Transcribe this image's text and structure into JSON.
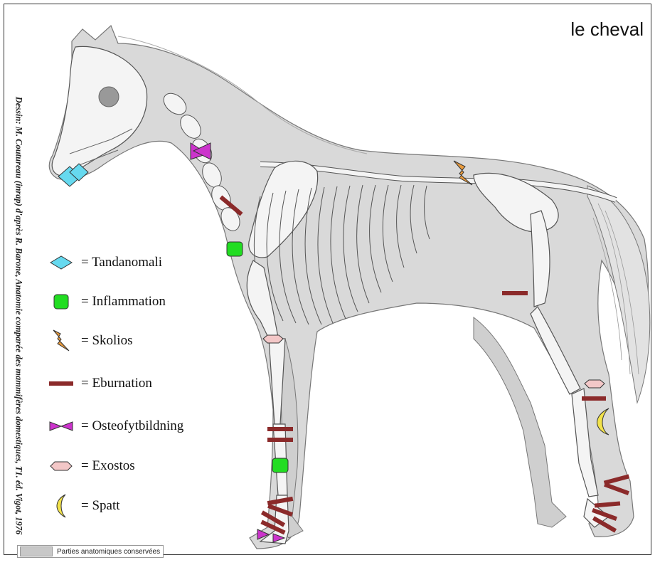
{
  "title": "le cheval",
  "credit": "Dessin: M. Coutureau (inrap) d'après R. Barone, Anatomie comparée des mammifères domestiques, T1. éd. Vigot, 1976",
  "legend": [
    {
      "icon": "diamond-cyan",
      "label": "= Tandanomali"
    },
    {
      "icon": "square-green",
      "label": "= Inflammation"
    },
    {
      "icon": "lightning-orange",
      "label": "= Skolios"
    },
    {
      "icon": "bar-red",
      "label": "=  Eburnation"
    },
    {
      "icon": "bowtie-magenta",
      "label": "= Osteofytbildning"
    },
    {
      "icon": "hexagon-pink",
      "label": "= Exostos"
    },
    {
      "icon": "crescent-yellow",
      "label": "= Spatt"
    }
  ],
  "footer_legend": "Parties anatomiques conservées",
  "colors": {
    "body": "#d9d9d9",
    "bone": "#f4f4f4",
    "outline": "#555555",
    "diamond": "#66d9ef",
    "inflammation": "#22dd22",
    "skolios": "#e89a3c",
    "eburnation": "#8b2a2a",
    "osteofyt": "#cc33cc",
    "exostos": "#f3c7c7",
    "spatt": "#f2e24a"
  }
}
